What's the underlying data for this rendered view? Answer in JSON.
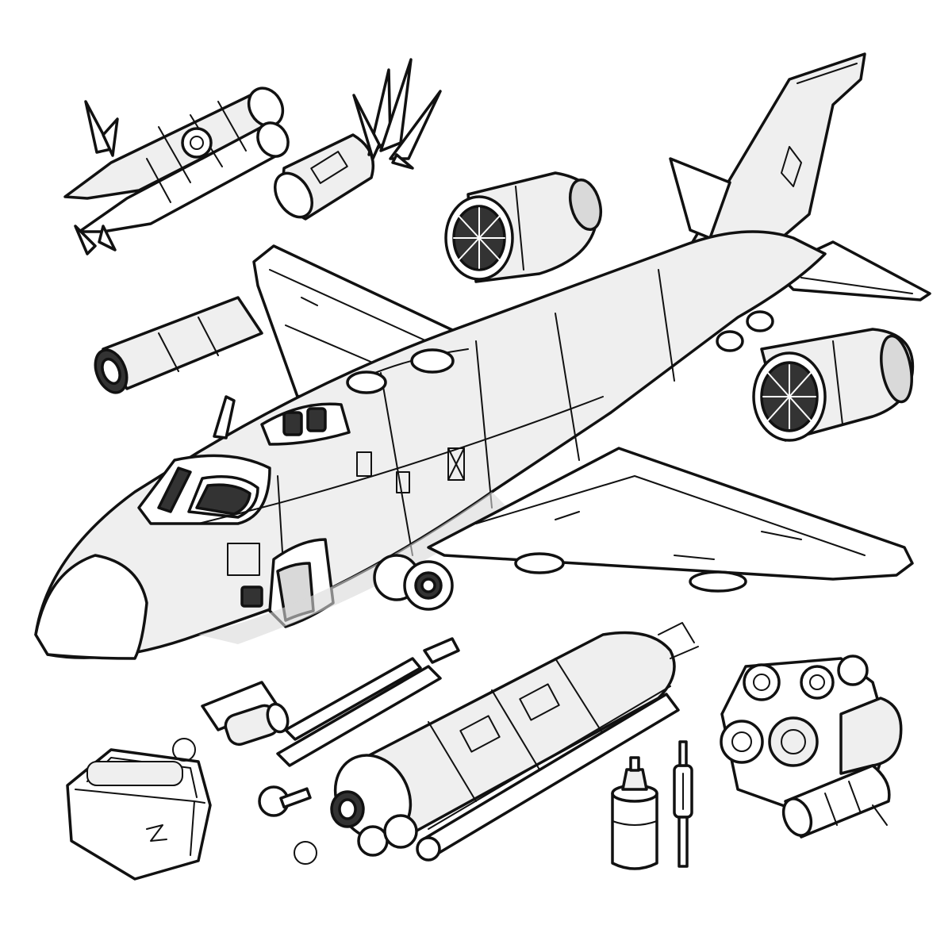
{
  "scene": {
    "style": "black-and-white line art coloring page",
    "background_color": "#ffffff",
    "ink_color": "#111111",
    "shade_light": "#efefef",
    "shade_mid": "#d9d9d9",
    "shade_dark": "#333333",
    "subjects": [
      "jet-airplane",
      "jet-engine",
      "missile-cluster",
      "bomb",
      "rocket-booster",
      "toolbox",
      "wrench",
      "oil-bottle",
      "screwdriver",
      "turbine-machinery"
    ]
  }
}
